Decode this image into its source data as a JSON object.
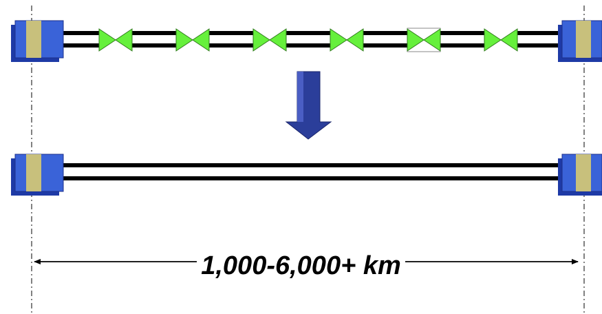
{
  "diagram": {
    "distance_label": "1,000-6,000+ km",
    "colors": {
      "terminal_blue": "#3054C8",
      "terminal_tan": "#C8C07C",
      "amplifier_green": "#66F03C",
      "amplifier_outline": "#2E7A1A",
      "arrow_fill": "#2B3E9A",
      "line": "#000000"
    },
    "top_link": {
      "amplifier_count": 6,
      "highlighted_amplifier_index": 4
    },
    "bottom_link": {
      "amplifier_count": 0
    }
  }
}
